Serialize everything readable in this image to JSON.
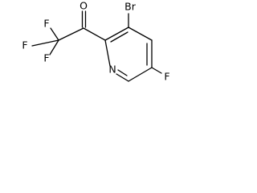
{
  "molecule": {
    "atom_labels": {
      "carbonyl_oxygen": "O",
      "bromine": "Br",
      "fluorine_cf3_left": "F",
      "fluorine_cf3_top": "F",
      "fluorine_cf3_bottom": "F",
      "pyridine_nitrogen": "N",
      "fluorine_ring": "F"
    },
    "colors": {
      "bond": "#000000",
      "label": "#000000",
      "background": "#ffffff"
    }
  }
}
